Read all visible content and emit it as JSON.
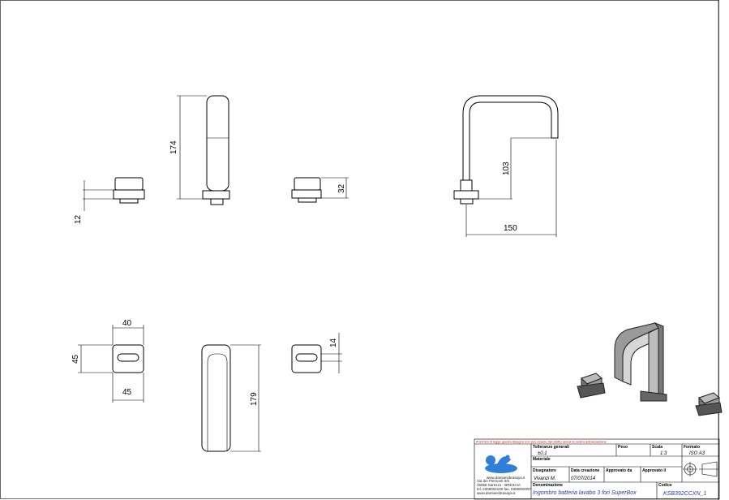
{
  "dimensions": {
    "handle_side_12": "12",
    "spout_side_174": "174",
    "handle_side_32": "32",
    "spout_reach_150": "150",
    "spout_height_103": "103",
    "top_width_40": "40",
    "top_depth_45_left": "45",
    "top_width_45_bottom": "45",
    "spout_top_179": "179",
    "top_14": "14"
  },
  "title_block": {
    "notice": "A termini di legge questo disegno non può essere riprodotto senza la nostra autorizzazione",
    "tolleranze_label": "Tolleranze generali",
    "tolleranze_value": "±0,1",
    "peso_label": "Peso",
    "scala_label": "Scala",
    "scala_value": "1:3",
    "formato_label": "Formato",
    "formato_value": "ISO A3",
    "materiale_label": "Materiale",
    "disegnatore_label": "Disegnatore",
    "disegnatore_value": "Vivanzi M.",
    "data_label": "Data creazione",
    "data_value": "07/07/2014",
    "approvato_da_label": "Approvato da",
    "approvato_il_label": "Approvato il",
    "denominazione_label": "Denominazione",
    "denominazione_value": "Ingombro batteria lavabo 3 fori SuperBox",
    "codice_label": "Codice",
    "codice_value": "KSB392CCXN_1",
    "company_url_logo": "www.damiansbrasaya.it",
    "address_line1": "Via dei Piemonti 3/5",
    "address_line2": "25068 Sarezzo - BRESCIA",
    "address_line3": "tel. 0308002100 fax. 0308002097",
    "address_line4": "www.damiansbrasaya.it"
  }
}
